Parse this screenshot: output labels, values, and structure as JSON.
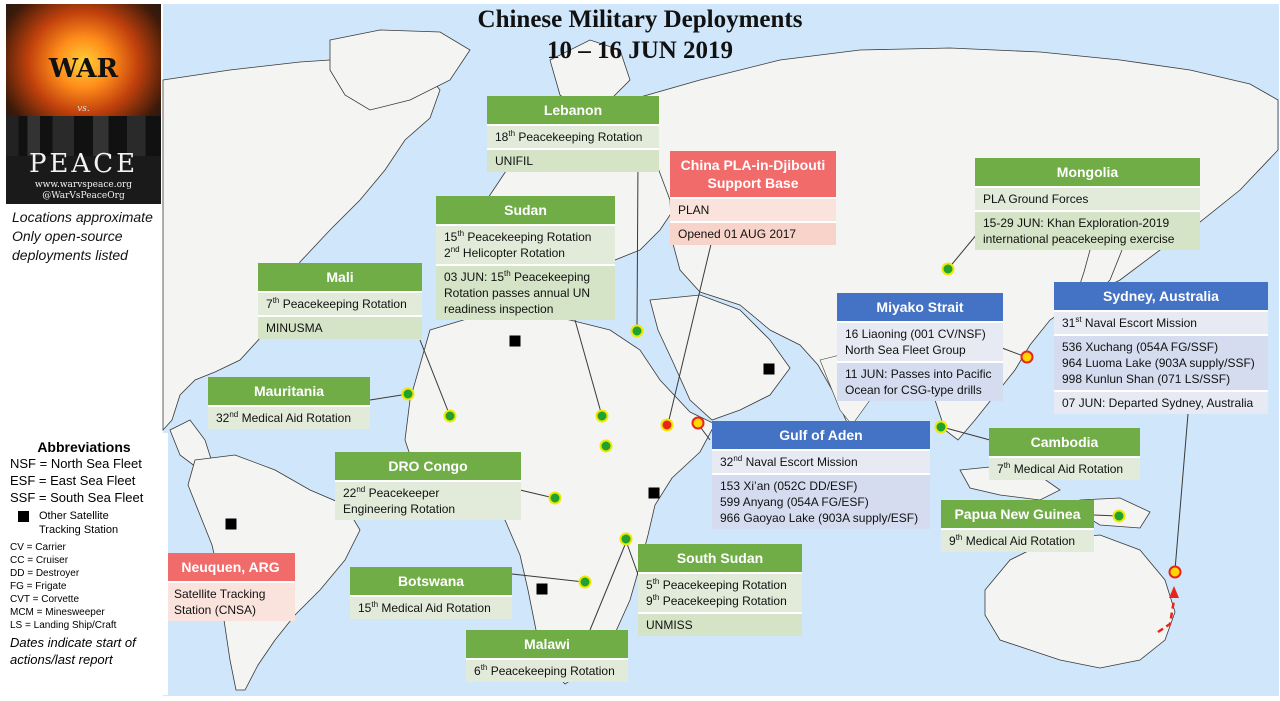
{
  "title": {
    "line1": "Chinese Military Deployments",
    "line2": "10 – 16 JUN 2019"
  },
  "logo": {
    "war": "WAR",
    "vs": "vs.",
    "peace": "PEACE",
    "url1": "www.warvspeace.org",
    "url2": "@WarVsPeaceOrg"
  },
  "notes": {
    "line1": "Locations approximate",
    "line2": "Only open-source",
    "line3": "deployments listed"
  },
  "colors": {
    "ocean": "#cfe6fb",
    "land": "#f4f4f2",
    "border": "#3a3a3a",
    "green_header": "#70ad47",
    "blue_header": "#4472c4",
    "red_header": "#f26b6b",
    "deployment_dot": "#1fa22e",
    "naval_dot": "#ffd600",
    "base_dot": "#e8251a"
  },
  "boxes": {
    "lebanon": {
      "title": "Lebanon",
      "r1_num": "18",
      "r1_sup": "th",
      "r1_rest": " Peacekeeping Rotation",
      "r2": "UNIFIL"
    },
    "djibouti": {
      "title_l1": "China PLA-in-Djibouti",
      "title_l2": "Support Base",
      "r1": "PLAN",
      "r2": "Opened 01 AUG 2017"
    },
    "mongolia": {
      "title": "Mongolia",
      "r1": "PLA Ground Forces",
      "r2_l1": "15-29 JUN: Khan Exploration-2019",
      "r2_l2": "international peacekeeping exercise"
    },
    "sudan": {
      "title": "Sudan",
      "r1a_num": "15",
      "r1a_sup": "th",
      "r1a_rest": " Peacekeeping Rotation",
      "r1b_num": "2",
      "r1b_sup": "nd",
      "r1b_rest": " Helicopter Rotation",
      "r2_l1a": "03 JUN: 15",
      "r2_l1sup": "th",
      "r2_l1b": " Peacekeeping",
      "r2_l2": "Rotation passes annual UN",
      "r2_l3": "readiness inspection"
    },
    "mali": {
      "title": "Mali",
      "r1_num": "7",
      "r1_sup": "th",
      "r1_rest": " Peacekeeping Rotation",
      "r2": "MINUSMA"
    },
    "mauritania": {
      "title": "Mauritania",
      "r1_num": "32",
      "r1_sup": "nd",
      "r1_rest": " Medical Aid Rotation"
    },
    "miyako": {
      "title": "Miyako Strait",
      "r1_l1": "16 Liaoning (001 CV/NSF)",
      "r1_l2": "North Sea Fleet Group",
      "r2_l1": "11 JUN: Passes into Pacific",
      "r2_l2": "Ocean for CSG-type drills"
    },
    "sydney": {
      "title": "Sydney, Australia",
      "r1_num": "31",
      "r1_sup": "st",
      "r1_rest": " Naval Escort Mission",
      "r2_l1": "536 Xuchang (054A FG/SSF)",
      "r2_l2": "964 Luoma Lake (903A supply/SSF)",
      "r2_l3": "998 Kunlun Shan (071 LS/SSF)",
      "r3": "07 JUN: Departed Sydney, Australia"
    },
    "aden": {
      "title": "Gulf of Aden",
      "r1_num": "32",
      "r1_sup": "nd",
      "r1_rest": " Naval Escort Mission",
      "r2_l1": "153 Xi’an (052C DD/ESF)",
      "r2_l2": "599 Anyang (054A FG/ESF)",
      "r2_l3": "966 Gaoyao Lake (903A supply/ESF)"
    },
    "cambodia": {
      "title": "Cambodia",
      "r1_num": "7",
      "r1_sup": "th",
      "r1_rest": " Medical Aid Rotation"
    },
    "png": {
      "title": "Papua New Guinea",
      "r1_num": "9",
      "r1_sup": "th",
      "r1_rest": " Medical Aid Rotation"
    },
    "drc": {
      "title": "DRO Congo",
      "r1_num": "22",
      "r1_sup": "nd",
      "r1_rest": " Peacekeeper",
      "r1_l2": "Engineering Rotation"
    },
    "neuquen": {
      "title": "Neuquen, ARG",
      "r1_l1": "Satellite Tracking",
      "r1_l2": "Station (CNSA)"
    },
    "botswana": {
      "title": "Botswana",
      "r1_num": "15",
      "r1_sup": "th",
      "r1_rest": " Medical Aid Rotation"
    },
    "south_sudan": {
      "title": "South Sudan",
      "r1a_num": "5",
      "r1a_sup": "th",
      "r1a_rest": " Peacekeeping Rotation",
      "r1b_num": "9",
      "r1b_sup": "th",
      "r1b_rest": " Peacekeeping Rotation",
      "r2": "UNMISS"
    },
    "malawi": {
      "title": "Malawi",
      "r1_num": "6",
      "r1_sup": "th",
      "r1_rest": " Peacekeeping Rotation"
    }
  },
  "abbreviations": {
    "title": "Abbreviations",
    "fleets": [
      "NSF = North Sea Fleet",
      "ESF = East Sea Fleet",
      "SSF = South Sea Fleet"
    ],
    "sat_l1": "Other Satellite",
    "sat_l2": "Tracking Station",
    "ships": [
      "CV = Carrier",
      "CC = Cruiser",
      "DD = Destroyer",
      "FG = Frigate",
      "CVT = Corvette",
      "MCM = Minesweeper",
      "LS = Landing Ship/Craft"
    ],
    "footer_l1": "Dates indicate start of",
    "footer_l2": "actions/last report"
  }
}
